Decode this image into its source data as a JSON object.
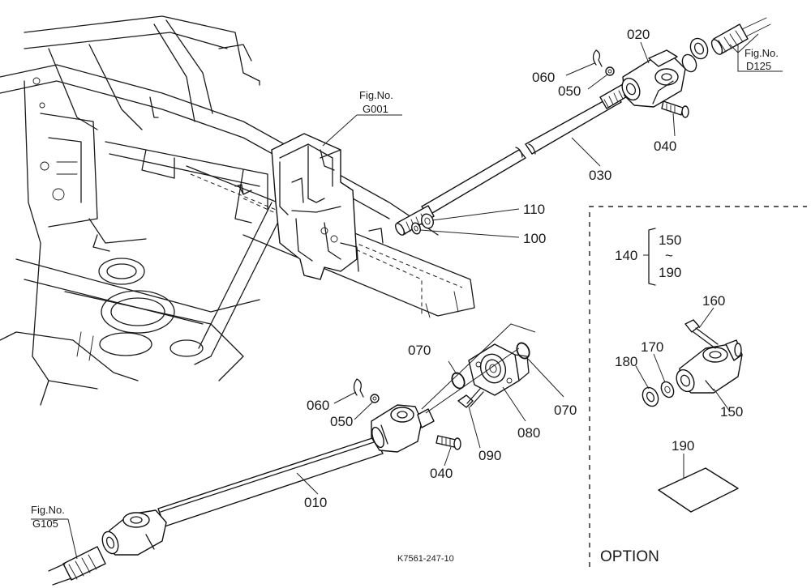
{
  "figure_refs": {
    "g001": {
      "line1": "Fig.No.",
      "line2": "G001"
    },
    "d125": {
      "line1": "Fig.No.",
      "line2": "D125"
    },
    "g105": {
      "line1": "Fig.No.",
      "line2": "G105"
    }
  },
  "parts": {
    "p020": "020",
    "p060_top": "060",
    "p050_top": "050",
    "p040_top": "040",
    "p030": "030",
    "p110": "110",
    "p100": "100",
    "p070_left": "070",
    "p070_right": "070",
    "p060_bottom": "060",
    "p050_bottom": "050",
    "p080": "080",
    "p090": "090",
    "p040_bottom": "040",
    "p010": "010",
    "p140": "140",
    "p150_top": "150",
    "p_range": "~",
    "p190_top": "190",
    "p160": "160",
    "p170": "170",
    "p180": "180",
    "p150_bottom": "150",
    "p190_bottom": "190"
  },
  "option_label": "OPTION",
  "drawing_code": "K7561-247-10"
}
